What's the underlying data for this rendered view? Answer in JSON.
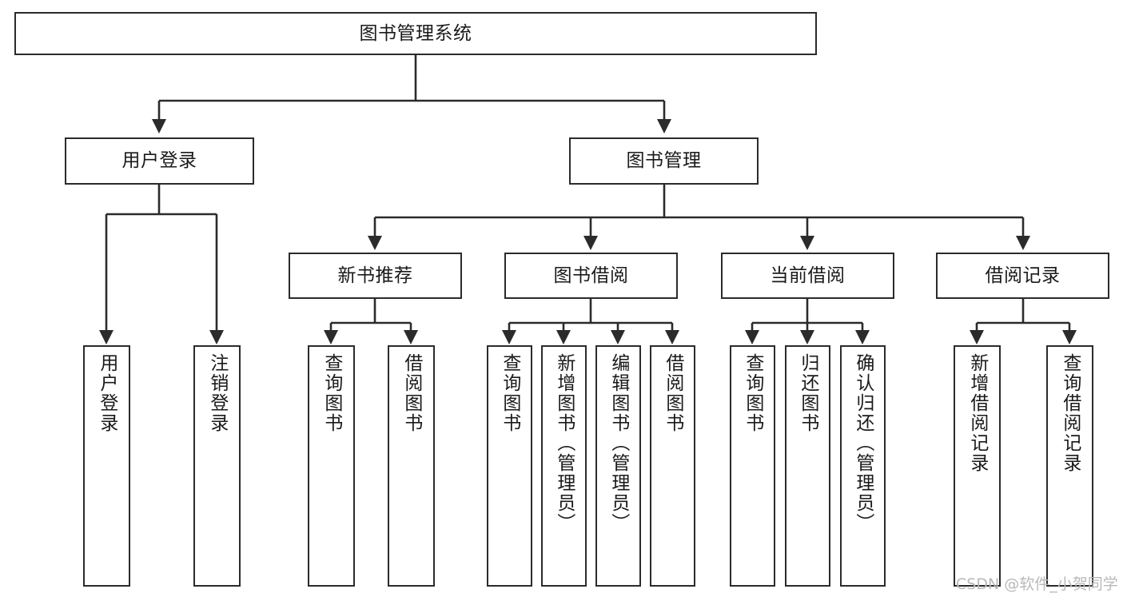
{
  "diagram": {
    "type": "tree-hierarchy",
    "title": "图书管理系统",
    "orientation": "top-down",
    "watermark": "CSDN @软件_小贺同学",
    "colors": {
      "box_border": "#2b2b2b",
      "box_fill": "#ffffff",
      "connector": "#2b2b2b",
      "text": "#1a1a1a",
      "watermark": "#b9b9b9",
      "background": "#ffffff"
    },
    "nodes": {
      "root": {
        "label": "图书管理系统",
        "level": 1
      },
      "level2": [
        {
          "id": "user-login",
          "label": "用户登录"
        },
        {
          "id": "book-manage",
          "label": "图书管理"
        }
      ],
      "level3": [
        {
          "id": "new-book-recommend",
          "label": "新书推荐",
          "parent": "book-manage"
        },
        {
          "id": "book-borrow",
          "label": "图书借阅",
          "parent": "book-manage"
        },
        {
          "id": "current-borrow",
          "label": "当前借阅",
          "parent": "book-manage"
        },
        {
          "id": "borrow-record",
          "label": "借阅记录",
          "parent": "book-manage"
        }
      ],
      "leaves": [
        {
          "id": "leaf-user-login",
          "label": "用户登录",
          "parent": "user-login"
        },
        {
          "id": "leaf-logout",
          "label": "注销登录",
          "parent": "user-login"
        },
        {
          "id": "leaf-query-book-1",
          "label": "查询图书",
          "parent": "new-book-recommend"
        },
        {
          "id": "leaf-borrow-book-1",
          "label": "借阅图书",
          "parent": "new-book-recommend"
        },
        {
          "id": "leaf-query-book-2",
          "label": "查询图书",
          "parent": "book-borrow"
        },
        {
          "id": "leaf-add-book",
          "label": "新增图书（管理员）",
          "parent": "book-borrow"
        },
        {
          "id": "leaf-edit-book",
          "label": "编辑图书（管理员）",
          "parent": "book-borrow"
        },
        {
          "id": "leaf-borrow-book-2",
          "label": "借阅图书",
          "parent": "book-borrow"
        },
        {
          "id": "leaf-query-book-3",
          "label": "查询图书",
          "parent": "current-borrow"
        },
        {
          "id": "leaf-return-book",
          "label": "归还图书",
          "parent": "current-borrow"
        },
        {
          "id": "leaf-confirm-return",
          "label": "确认归还（管理员）",
          "parent": "current-borrow"
        },
        {
          "id": "leaf-add-record",
          "label": "新增借阅记录",
          "parent": "borrow-record"
        },
        {
          "id": "leaf-query-record",
          "label": "查询借阅记录",
          "parent": "borrow-record"
        }
      ]
    }
  }
}
